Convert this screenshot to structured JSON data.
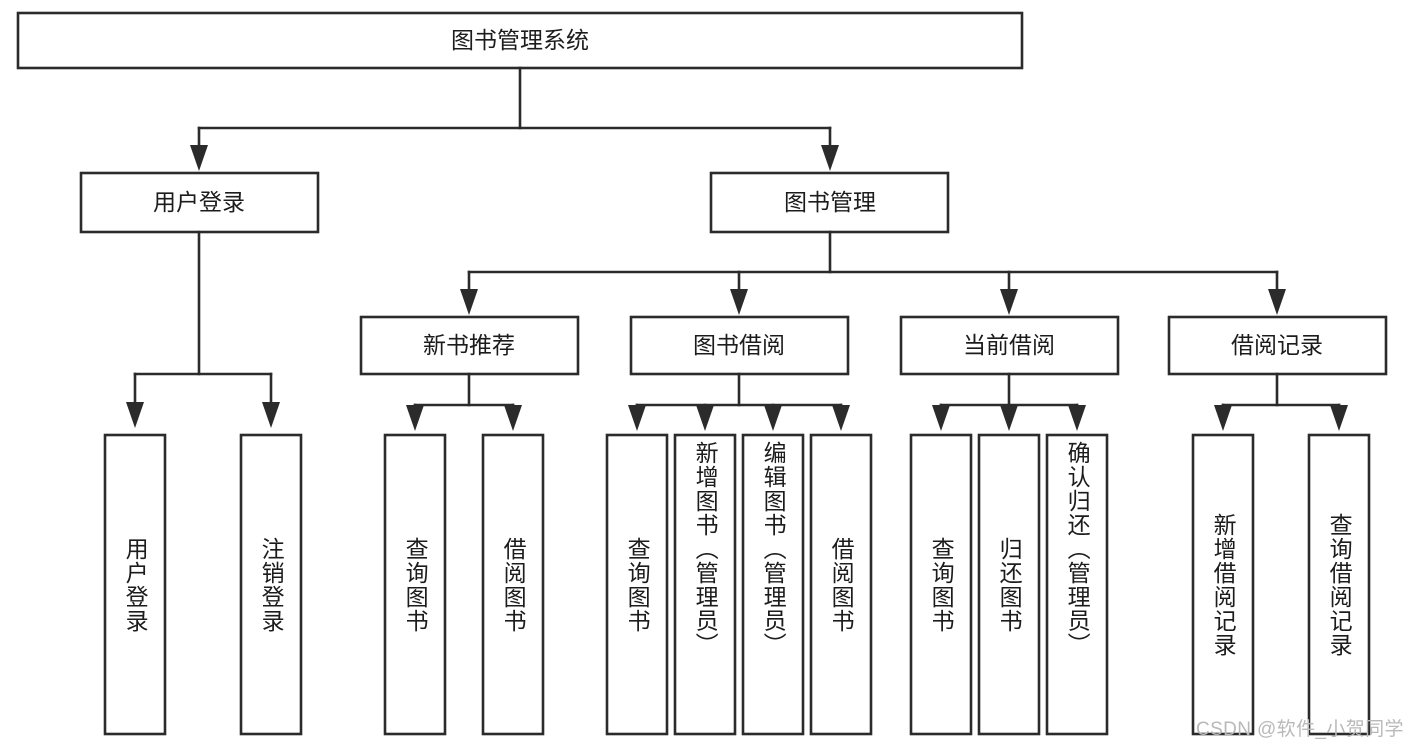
{
  "diagram": {
    "type": "tree-hierarchy",
    "title": "图书管理系统",
    "root": {
      "id": "root",
      "label": "图书管理系统",
      "orientation": "horizontal"
    },
    "level2": [
      {
        "id": "user-login",
        "label": "用户登录",
        "orientation": "horizontal"
      },
      {
        "id": "book-management",
        "label": "图书管理",
        "orientation": "horizontal"
      }
    ],
    "level3": [
      {
        "id": "new-book-recommend",
        "label": "新书推荐",
        "orientation": "horizontal",
        "parent": "book-management"
      },
      {
        "id": "book-borrow",
        "label": "图书借阅",
        "orientation": "horizontal",
        "parent": "book-management"
      },
      {
        "id": "current-borrow",
        "label": "当前借阅",
        "orientation": "horizontal",
        "parent": "book-management"
      },
      {
        "id": "borrow-record",
        "label": "借阅记录",
        "orientation": "horizontal",
        "parent": "book-management"
      }
    ],
    "leaves": [
      {
        "id": "leaf-user-login",
        "label": "用户登录",
        "parent": "user-login",
        "orientation": "vertical"
      },
      {
        "id": "leaf-logout-login",
        "label": "注销登录",
        "parent": "user-login",
        "orientation": "vertical"
      },
      {
        "id": "leaf-query-book-1",
        "label": "查询图书",
        "parent": "new-book-recommend",
        "orientation": "vertical"
      },
      {
        "id": "leaf-borrow-book-1",
        "label": "借阅图书",
        "parent": "new-book-recommend",
        "orientation": "vertical"
      },
      {
        "id": "leaf-query-book-2",
        "label": "查询图书",
        "parent": "book-borrow",
        "orientation": "vertical"
      },
      {
        "id": "leaf-add-book",
        "label": "新增图书（管理员）",
        "parent": "book-borrow",
        "orientation": "vertical"
      },
      {
        "id": "leaf-edit-book",
        "label": "编辑图书（管理员）",
        "parent": "book-borrow",
        "orientation": "vertical"
      },
      {
        "id": "leaf-borrow-book-2",
        "label": "借阅图书",
        "parent": "book-borrow",
        "orientation": "vertical"
      },
      {
        "id": "leaf-query-book-3",
        "label": "查询图书",
        "parent": "current-borrow",
        "orientation": "vertical"
      },
      {
        "id": "leaf-return-book",
        "label": "归还图书",
        "parent": "current-borrow",
        "orientation": "vertical"
      },
      {
        "id": "leaf-confirm-return",
        "label": "确认归还（管理员）",
        "parent": "current-borrow",
        "orientation": "vertical"
      },
      {
        "id": "leaf-add-record",
        "label": "新增借阅记录",
        "parent": "borrow-record",
        "orientation": "vertical"
      },
      {
        "id": "leaf-query-record",
        "label": "查询借阅记录",
        "parent": "borrow-record",
        "orientation": "vertical"
      }
    ],
    "colors": {
      "stroke": "#2b2b2b",
      "fill": "#ffffff",
      "text": "#1c1c1c",
      "background": "#ffffff",
      "watermark": "#b9b9b9"
    }
  },
  "watermark": {
    "text": "CSDN @软件_小贺同学"
  }
}
